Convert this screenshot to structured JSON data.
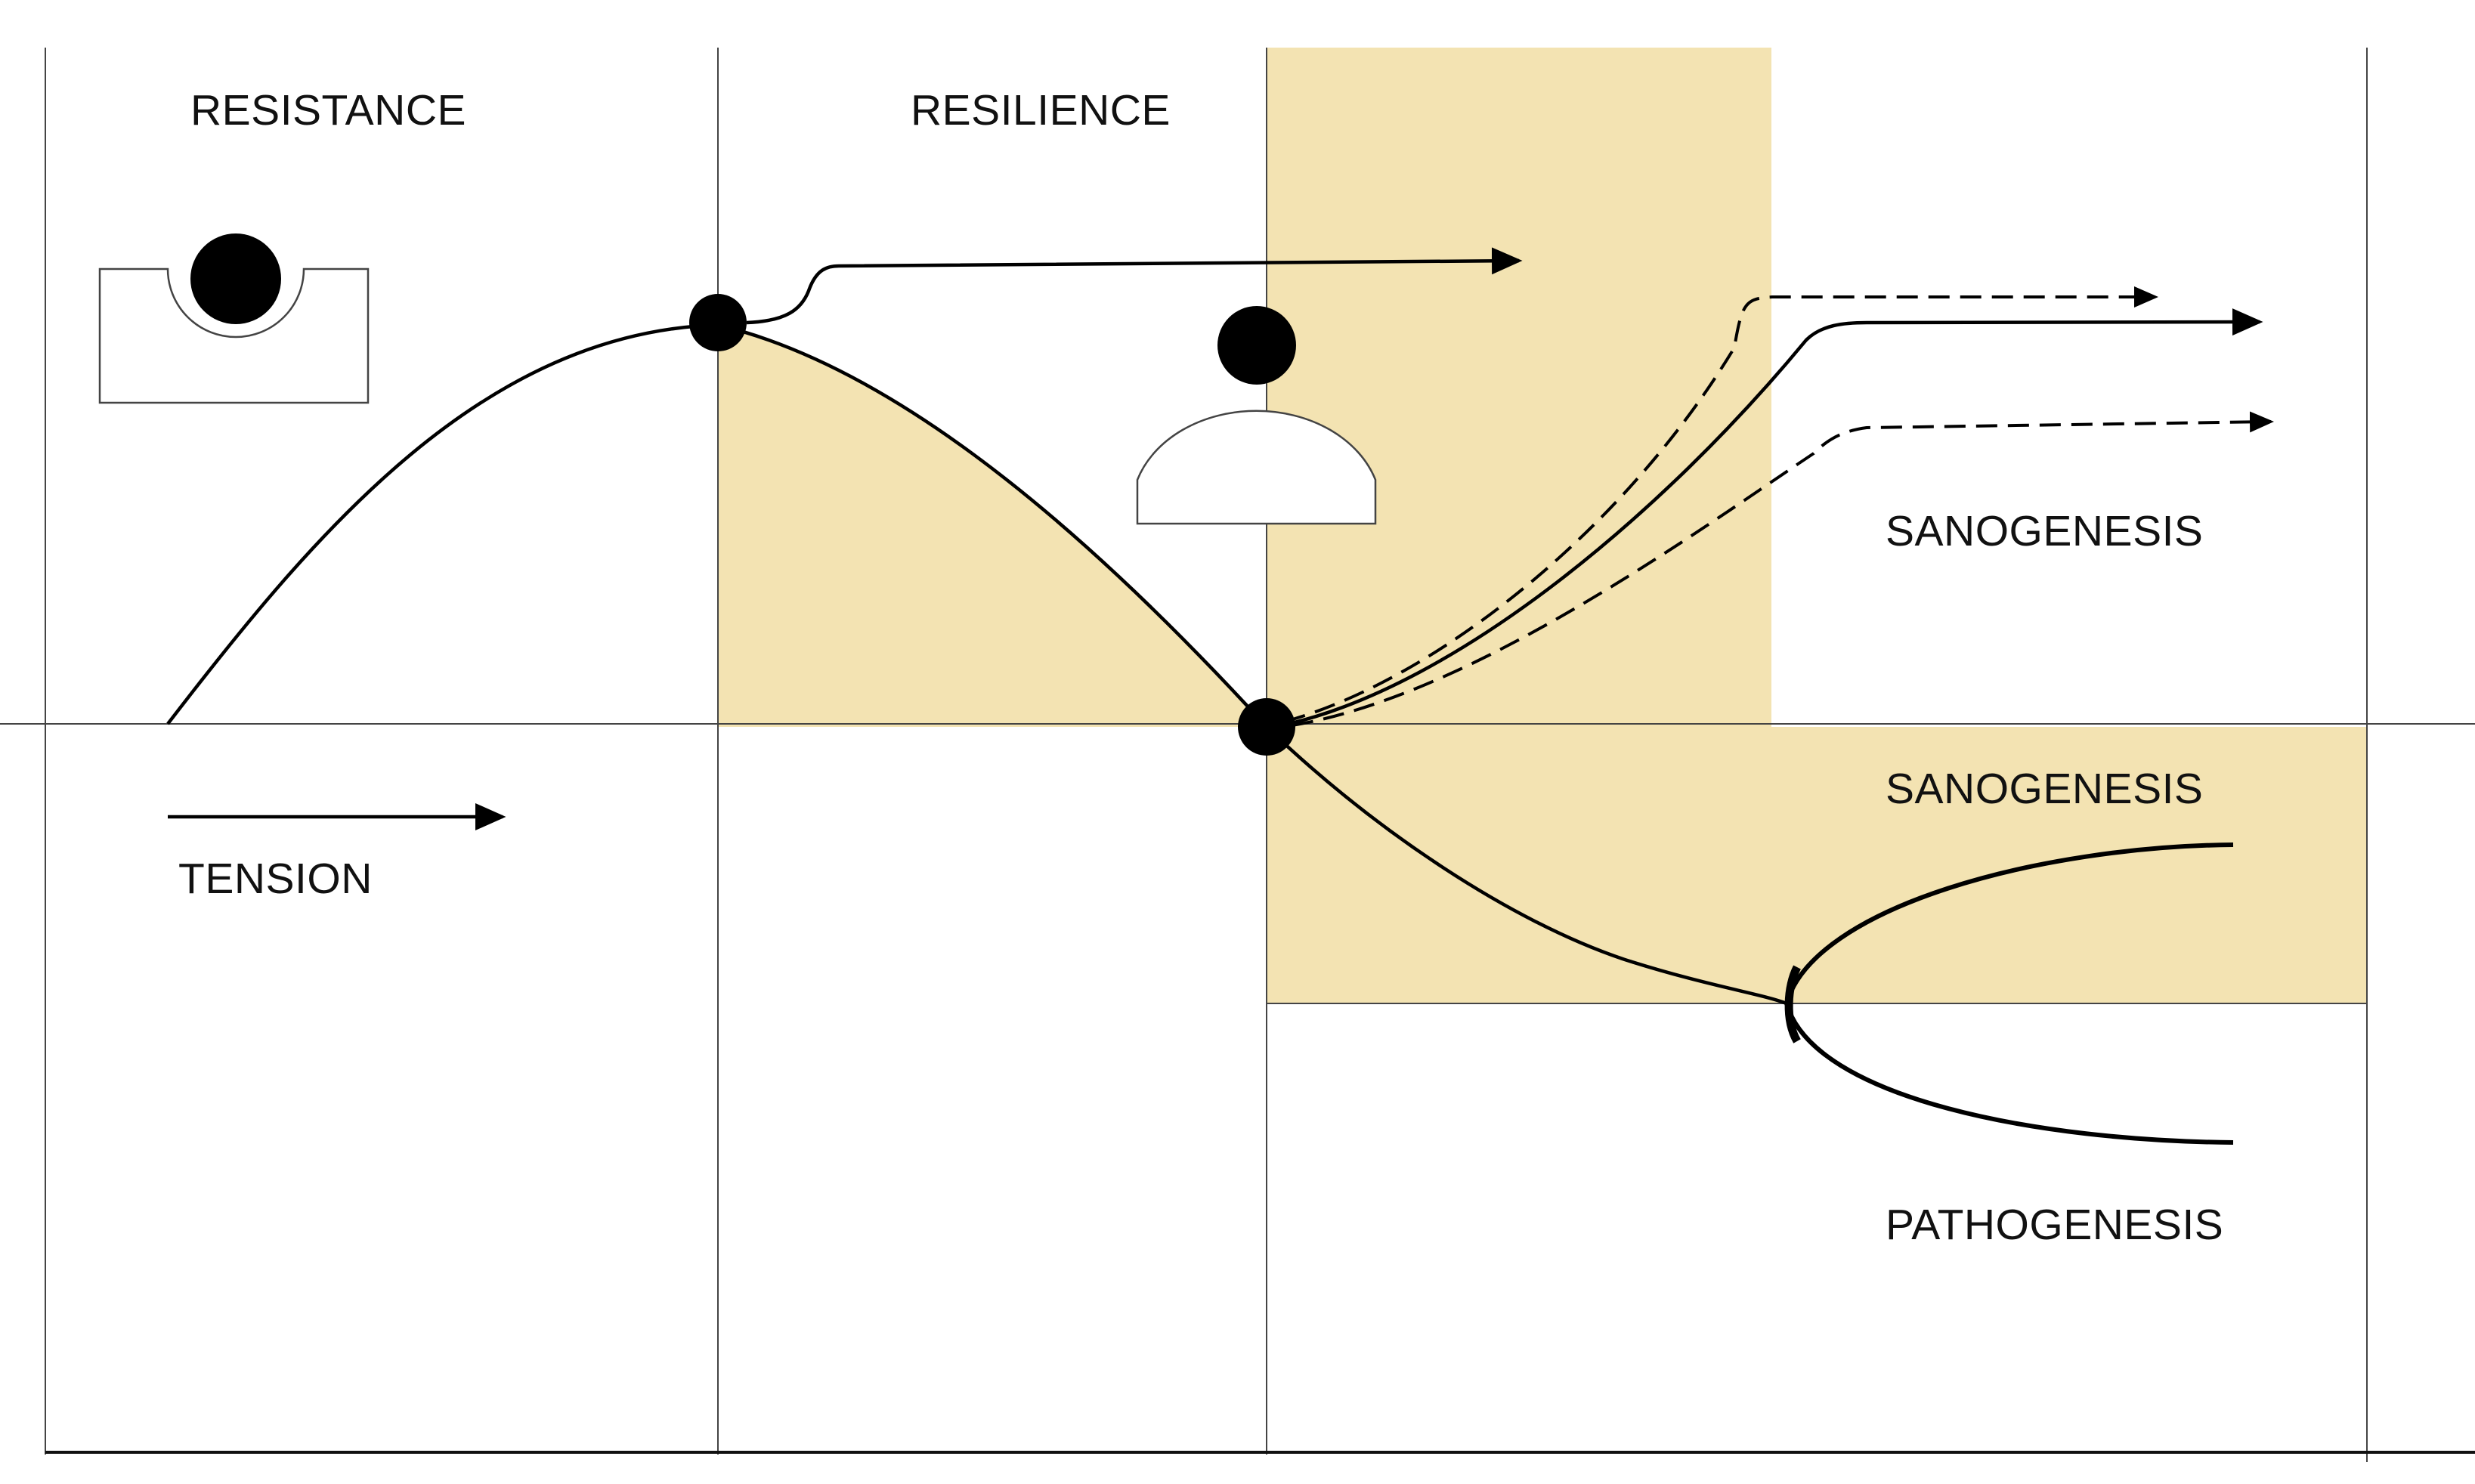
{
  "labels": {
    "resistance": "RESISTANCE",
    "resilience": "RESILIENCE",
    "sanogenesis_upper": "SANOGENESIS",
    "sanogenesis_lower": "SANOGENESIS",
    "pathogenesis": "PATHOGENESIS",
    "tension": "TENSION"
  },
  "colors": {
    "highlight_fill": "#f3e3b2",
    "line": "#000000",
    "grid": "#444444",
    "background": "#ffffff"
  },
  "icons": {
    "stable_ball_in_cup": "ball-in-cup-icon",
    "unstable_ball_on_dome": "ball-on-dome-icon",
    "tension_direction": "arrow-right-icon"
  }
}
